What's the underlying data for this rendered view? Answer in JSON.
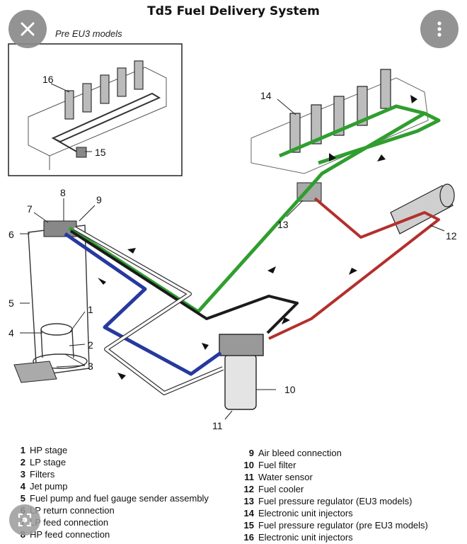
{
  "title": "Td5 Fuel Delivery System",
  "subtitle": "Pre EU3 models",
  "buttons": {
    "close": "close-icon",
    "more": "more-vertical-icon",
    "lens": "lens-icon"
  },
  "callouts": [
    "1",
    "2",
    "3",
    "4",
    "5",
    "6",
    "7",
    "8",
    "9",
    "10",
    "11",
    "12",
    "13",
    "14",
    "15",
    "16"
  ],
  "colors": {
    "green": "#2f9e2f",
    "red": "#b3302b",
    "blue": "#26399e",
    "black": "#1b1b1b"
  },
  "legend_left": [
    {
      "num": "1",
      "label": "HP stage"
    },
    {
      "num": "2",
      "label": "LP stage"
    },
    {
      "num": "3",
      "label": "Filters"
    },
    {
      "num": "4",
      "label": "Jet pump"
    },
    {
      "num": "5",
      "label": "Fuel pump and fuel gauge sender assembly"
    },
    {
      "num": "6",
      "label": "LP return connection"
    },
    {
      "num": "7",
      "label": "LP feed connection"
    },
    {
      "num": "8",
      "label": "HP feed connection"
    }
  ],
  "legend_right": [
    {
      "num": "9",
      "label": "Air bleed connection"
    },
    {
      "num": "10",
      "label": "Fuel filter"
    },
    {
      "num": "11",
      "label": "Water sensor"
    },
    {
      "num": "12",
      "label": "Fuel cooler"
    },
    {
      "num": "13",
      "label": "Fuel pressure regulator (EU3 models)"
    },
    {
      "num": "14",
      "label": "Electronic unit injectors"
    },
    {
      "num": "15",
      "label": "Fuel pressure regulator (pre EU3 models)"
    },
    {
      "num": "16",
      "label": "Electronic unit injectors"
    }
  ]
}
